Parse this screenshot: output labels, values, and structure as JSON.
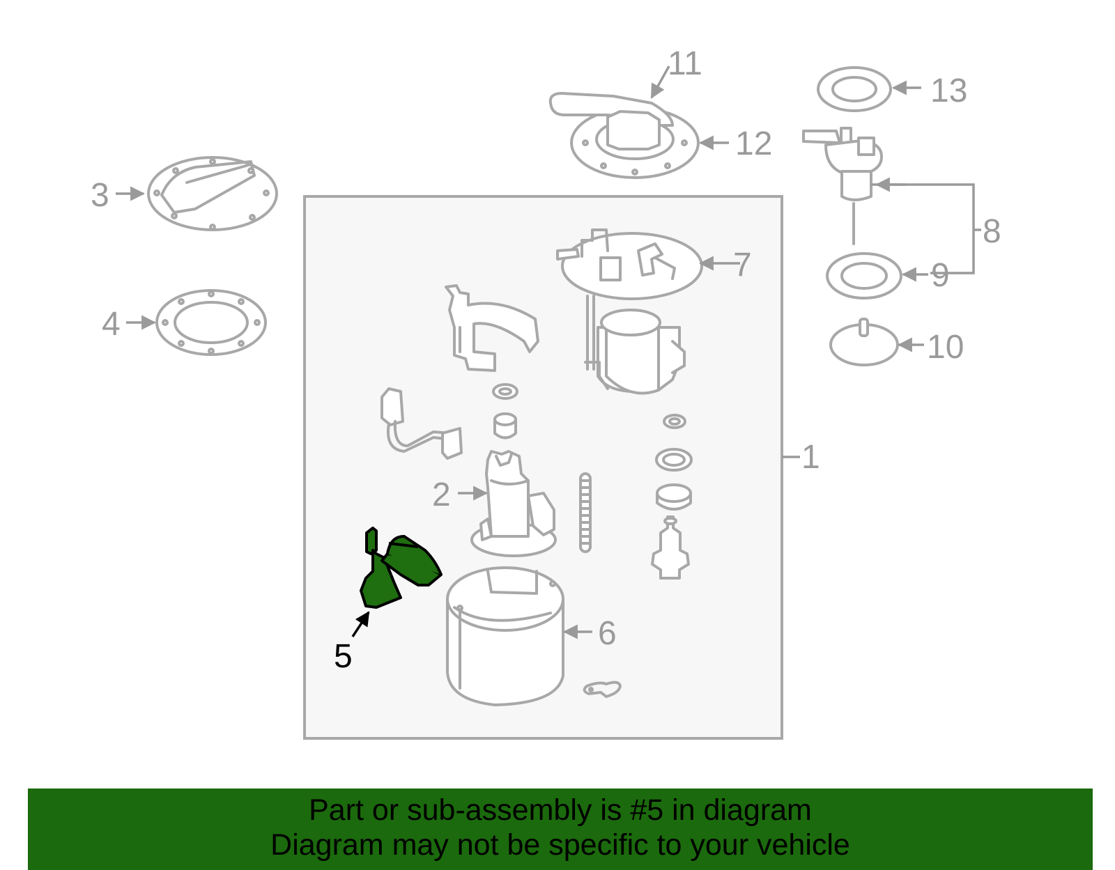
{
  "diagram": {
    "callouts": {
      "c1": "1",
      "c2": "2",
      "c3": "3",
      "c4": "4",
      "c5": "5",
      "c6": "6",
      "c7": "7",
      "c8": "8",
      "c9": "9",
      "c10": "10",
      "c11": "11",
      "c12": "12",
      "c13": "13"
    },
    "highlighted_part": "5",
    "highlight_color": "#1f6e10",
    "line_color": "#a8a8a8",
    "box_fill": "#f7f7f7"
  },
  "banner": {
    "line1": "Part or sub-assembly is #5 in diagram",
    "line2": "Diagram may not be specific to your vehicle",
    "background": "#1b6a0d"
  }
}
